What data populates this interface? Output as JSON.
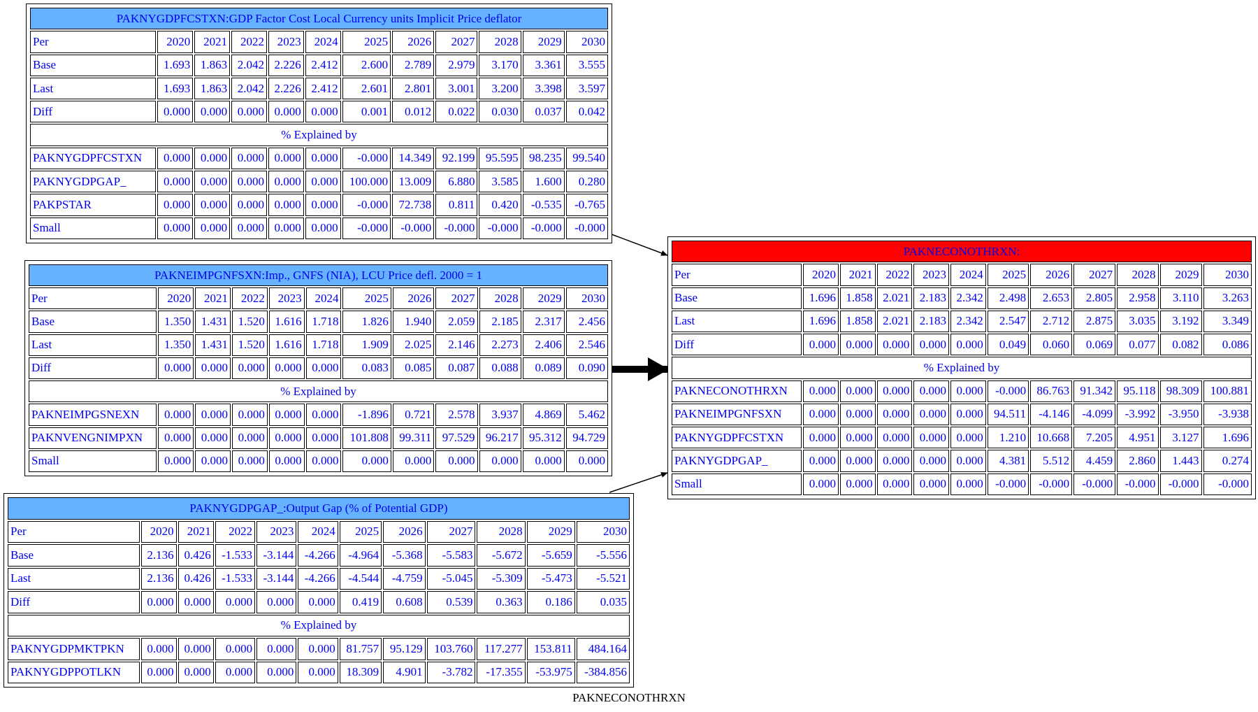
{
  "caption": "PAKNECONOTHRXN",
  "colors": {
    "title_blue": "#66b2ff",
    "title_red": "#ff0000",
    "text": "#0000ee"
  },
  "tables": [
    {
      "id": "gdpfcstxn",
      "title": "PAKNYGDPFCSTXN:GDP Factor Cost Local Currency units Implicit Price deflator",
      "title_color": "blue",
      "header": [
        "Per",
        "2020",
        "2021",
        "2022",
        "2023",
        "2024",
        "2025",
        "2026",
        "2027",
        "2028",
        "2029",
        "2030"
      ],
      "rows": [
        [
          "Base",
          "1.693",
          "1.863",
          "2.042",
          "2.226",
          "2.412",
          "2.600",
          "2.789",
          "2.979",
          "3.170",
          "3.361",
          "3.555"
        ],
        [
          "Last",
          "1.693",
          "1.863",
          "2.042",
          "2.226",
          "2.412",
          "2.601",
          "2.801",
          "3.001",
          "3.200",
          "3.398",
          "3.597"
        ],
        [
          "Diff",
          "0.000",
          "0.000",
          "0.000",
          "0.000",
          "0.000",
          "0.001",
          "0.012",
          "0.022",
          "0.030",
          "0.037",
          "0.042"
        ]
      ],
      "explained_label": "% Explained by",
      "explained": [
        [
          "PAKNYGDPFCSTXN",
          "0.000",
          "0.000",
          "0.000",
          "0.000",
          "0.000",
          "-0.000",
          "14.349",
          "92.199",
          "95.595",
          "98.235",
          "99.540"
        ],
        [
          "PAKNYGDPGAP_",
          "0.000",
          "0.000",
          "0.000",
          "0.000",
          "0.000",
          "100.000",
          "13.009",
          "6.880",
          "3.585",
          "1.600",
          "0.280"
        ],
        [
          "PAKPSTAR",
          "0.000",
          "0.000",
          "0.000",
          "0.000",
          "0.000",
          "-0.000",
          "72.738",
          "0.811",
          "0.420",
          "-0.535",
          "-0.765"
        ],
        [
          "Small",
          "0.000",
          "0.000",
          "0.000",
          "0.000",
          "0.000",
          "-0.000",
          "-0.000",
          "-0.000",
          "-0.000",
          "-0.000",
          "-0.000"
        ]
      ]
    },
    {
      "id": "impgnfsxn",
      "title": "PAKNEIMPGNFSXN:Imp., GNFS (NIA), LCU Price defl. 2000 = 1",
      "title_color": "blue",
      "header": [
        "Per",
        "2020",
        "2021",
        "2022",
        "2023",
        "2024",
        "2025",
        "2026",
        "2027",
        "2028",
        "2029",
        "2030"
      ],
      "rows": [
        [
          "Base",
          "1.350",
          "1.431",
          "1.520",
          "1.616",
          "1.718",
          "1.826",
          "1.940",
          "2.059",
          "2.185",
          "2.317",
          "2.456"
        ],
        [
          "Last",
          "1.350",
          "1.431",
          "1.520",
          "1.616",
          "1.718",
          "1.909",
          "2.025",
          "2.146",
          "2.273",
          "2.406",
          "2.546"
        ],
        [
          "Diff",
          "0.000",
          "0.000",
          "0.000",
          "0.000",
          "0.000",
          "0.083",
          "0.085",
          "0.087",
          "0.088",
          "0.089",
          "0.090"
        ]
      ],
      "explained_label": "% Explained by",
      "explained": [
        [
          "PAKNEIMPGSNEXN",
          "0.000",
          "0.000",
          "0.000",
          "0.000",
          "0.000",
          "-1.896",
          "0.721",
          "2.578",
          "3.937",
          "4.869",
          "5.462"
        ],
        [
          "PAKNVENGNIMPXN",
          "0.000",
          "0.000",
          "0.000",
          "0.000",
          "0.000",
          "101.808",
          "99.311",
          "97.529",
          "96.217",
          "95.312",
          "94.729"
        ],
        [
          "Small",
          "0.000",
          "0.000",
          "0.000",
          "0.000",
          "0.000",
          "0.000",
          "0.000",
          "0.000",
          "0.000",
          "0.000",
          "0.000"
        ]
      ]
    },
    {
      "id": "gdpgap",
      "title": "PAKNYGDPGAP_:Output Gap (% of Potential GDP)",
      "title_color": "blue",
      "header": [
        "Per",
        "2020",
        "2021",
        "2022",
        "2023",
        "2024",
        "2025",
        "2026",
        "2027",
        "2028",
        "2029",
        "2030"
      ],
      "rows": [
        [
          "Base",
          "2.136",
          "0.426",
          "-1.533",
          "-3.144",
          "-4.266",
          "-4.964",
          "-5.368",
          "-5.583",
          "-5.672",
          "-5.659",
          "-5.556"
        ],
        [
          "Last",
          "2.136",
          "0.426",
          "-1.533",
          "-3.144",
          "-4.266",
          "-4.544",
          "-4.759",
          "-5.045",
          "-5.309",
          "-5.473",
          "-5.521"
        ],
        [
          "Diff",
          "0.000",
          "0.000",
          "0.000",
          "0.000",
          "0.000",
          "0.419",
          "0.608",
          "0.539",
          "0.363",
          "0.186",
          "0.035"
        ]
      ],
      "explained_label": "% Explained by",
      "explained": [
        [
          "PAKNYGDPMKTPKN",
          "0.000",
          "0.000",
          "0.000",
          "0.000",
          "0.000",
          "81.757",
          "95.129",
          "103.760",
          "117.277",
          "153.811",
          "484.164"
        ],
        [
          "PAKNYGDPPOTLKN",
          "0.000",
          "0.000",
          "0.000",
          "0.000",
          "0.000",
          "18.309",
          "4.901",
          "-3.782",
          "-17.355",
          "-53.975",
          "-384.856"
        ]
      ]
    },
    {
      "id": "econothrxn",
      "title": "PAKNECONOTHRXN:",
      "title_color": "red",
      "header": [
        "Per",
        "2020",
        "2021",
        "2022",
        "2023",
        "2024",
        "2025",
        "2026",
        "2027",
        "2028",
        "2029",
        "2030"
      ],
      "rows": [
        [
          "Base",
          "1.696",
          "1.858",
          "2.021",
          "2.183",
          "2.342",
          "2.498",
          "2.653",
          "2.805",
          "2.958",
          "3.110",
          "3.263"
        ],
        [
          "Last",
          "1.696",
          "1.858",
          "2.021",
          "2.183",
          "2.342",
          "2.547",
          "2.712",
          "2.875",
          "3.035",
          "3.192",
          "3.349"
        ],
        [
          "Diff",
          "0.000",
          "0.000",
          "0.000",
          "0.000",
          "0.000",
          "0.049",
          "0.060",
          "0.069",
          "0.077",
          "0.082",
          "0.086"
        ]
      ],
      "explained_label": "% Explained by",
      "explained": [
        [
          "PAKNECONOTHRXN",
          "0.000",
          "0.000",
          "0.000",
          "0.000",
          "0.000",
          "-0.000",
          "86.763",
          "91.342",
          "95.118",
          "98.309",
          "100.881"
        ],
        [
          "PAKNEIMPGNFSXN",
          "0.000",
          "0.000",
          "0.000",
          "0.000",
          "0.000",
          "94.511",
          "-4.146",
          "-4.099",
          "-3.992",
          "-3.950",
          "-3.938"
        ],
        [
          "PAKNYGDPFCSTXN",
          "0.000",
          "0.000",
          "0.000",
          "0.000",
          "0.000",
          "1.210",
          "10.668",
          "7.205",
          "4.951",
          "3.127",
          "1.696"
        ],
        [
          "PAKNYGDPGAP_",
          "0.000",
          "0.000",
          "0.000",
          "0.000",
          "0.000",
          "4.381",
          "5.512",
          "4.459",
          "2.860",
          "1.443",
          "0.274"
        ],
        [
          "Small",
          "0.000",
          "0.000",
          "0.000",
          "0.000",
          "0.000",
          "-0.000",
          "-0.000",
          "-0.000",
          "-0.000",
          "-0.000",
          "-0.000"
        ]
      ]
    }
  ]
}
